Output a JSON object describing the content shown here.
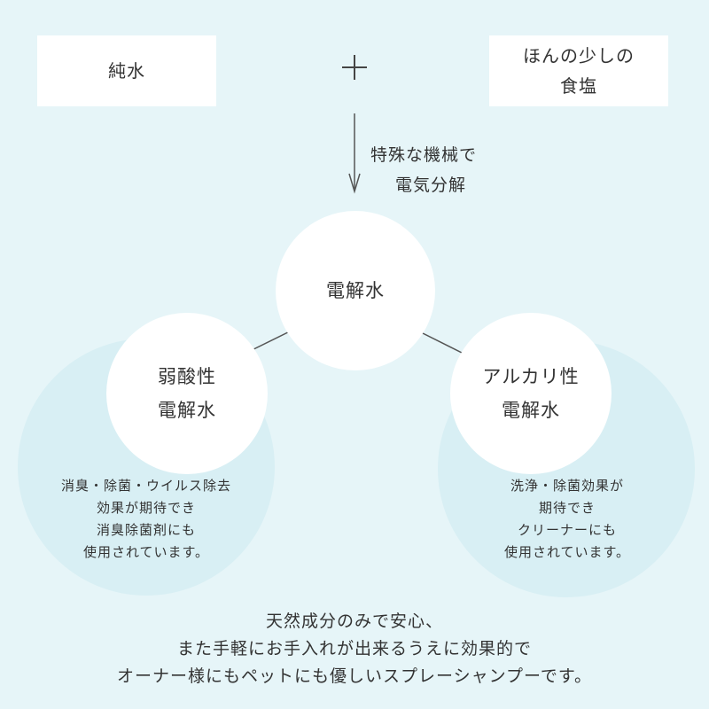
{
  "inputs": {
    "left": "純水",
    "right_line1": "ほんの少しの",
    "right_line2": "食塩"
  },
  "process": {
    "line1": "特殊な機械で",
    "line2": "電気分解"
  },
  "center": "電解水",
  "acidic": {
    "line1": "弱酸性",
    "line2": "電解水",
    "desc": [
      "消臭・除菌・ウイルス除去",
      "効果が期待でき",
      "消臭除菌剤にも",
      "使用されています。"
    ]
  },
  "alkaline": {
    "line1": "アルカリ性",
    "line2": "電解水",
    "desc": [
      "洗浄・除菌効果が",
      "期待でき",
      "クリーナーにも",
      "使用されています。"
    ]
  },
  "footer": [
    "天然成分のみで安心、",
    "また手軽にお手入れが出来るうえに効果的で",
    "オーナー様にもペットにも優しいスプレーシャンプーです。"
  ],
  "colors": {
    "background": "#e6f5f8",
    "soft_circle": "#d8eff4",
    "box": "#ffffff",
    "text": "#333333"
  }
}
